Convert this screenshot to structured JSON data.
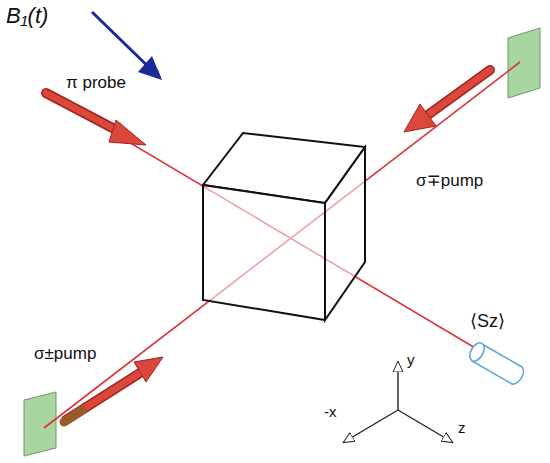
{
  "diagram": {
    "labels": [
      "B₁(t)",
      "π probe",
      "σ∓pump",
      "σ±pump",
      "⟨Sz⟩",
      "y",
      "-x",
      "z"
    ]
  }
}
